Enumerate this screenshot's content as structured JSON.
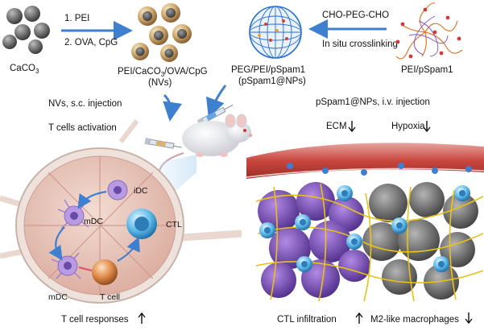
{
  "top_row": {
    "caco3_label": "CaCO",
    "caco3_sub": "3",
    "step1": "1. PEI",
    "step2": "2. OVA, CpG",
    "nv_label_a": "PEI/CaCO",
    "nv_label_sub": "3",
    "nv_label_b": "/OVA/CpG",
    "nv_short": "(NVs)",
    "np_label": "PEG/PEI/pSpam1",
    "np_short": "(pSpam1@NPs)",
    "crosslinker": "CHO-PEG-CHO",
    "crosslink_note": "In situ crosslinking",
    "precursor": "PEI/pSpam1"
  },
  "middle_row": {
    "nv_injection": "NVs, s.c. injection",
    "tcell_activation": "T cells activation",
    "np_injection": "pSpam1@NPs, i.v. injection",
    "ecm": "ECM",
    "hypoxia": "Hypoxia"
  },
  "lymph_node": {
    "idc": "iDC",
    "mdc_upper": "mDC",
    "mdc_lower": "mDC",
    "tcell": "T cell",
    "ctl": "CTL"
  },
  "bottom_row": {
    "tcell_responses": "T cell responses",
    "ctl_infiltration": "CTL infiltration",
    "m2_macrophages": "M2-like macrophages"
  },
  "colors": {
    "arrow_blue": "#3f7fd0",
    "ca_sphere": "#6e6e6e",
    "nv_sphere": "#c9a26a",
    "np_mesh": "#2b6fd6",
    "tumor_purple": "#7a4fc0",
    "tumor_gray": "#7a7a7a",
    "vessel_red": "#c8463e",
    "fiber_yellow": "#e8c21a",
    "ctl_blue": "#6fc3ea",
    "tcell_orange": "#e08a48"
  }
}
